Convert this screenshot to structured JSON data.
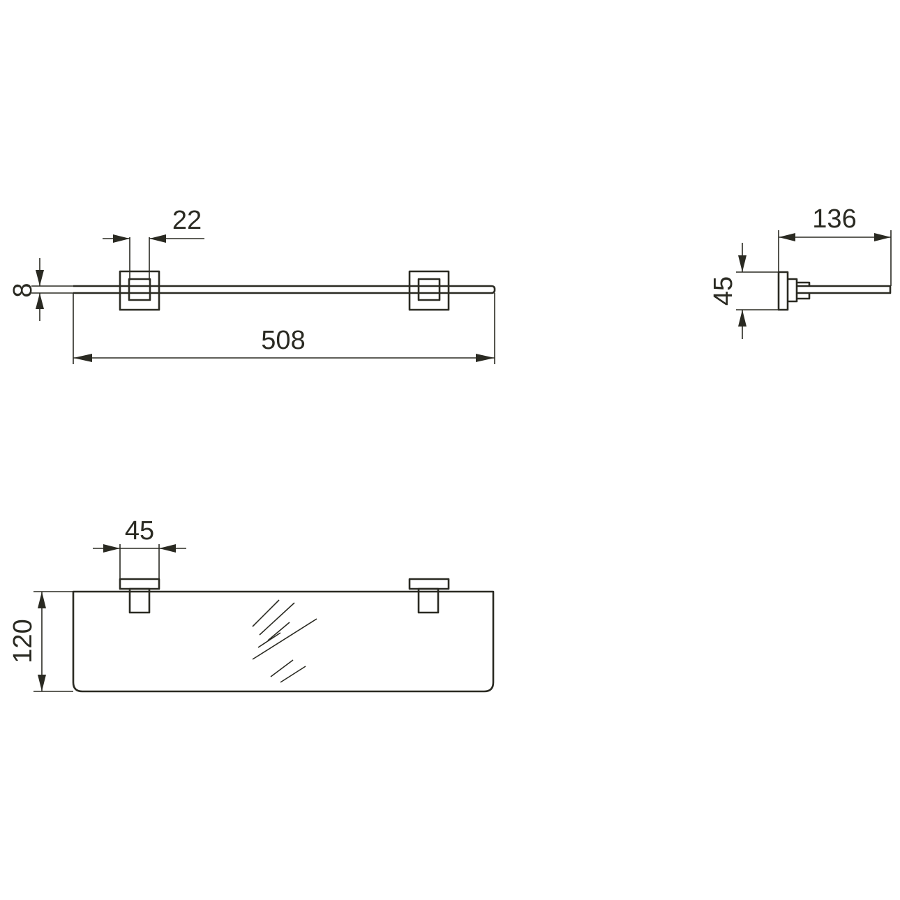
{
  "dimensions": {
    "bracket_width_front": "22",
    "thickness": "8",
    "overall_length": "508",
    "depth": "136",
    "mount_height": "45",
    "bracket_width_top": "45",
    "shelf_depth": "120"
  },
  "colors": {
    "line": "#2a2a22",
    "background": "#ffffff"
  }
}
